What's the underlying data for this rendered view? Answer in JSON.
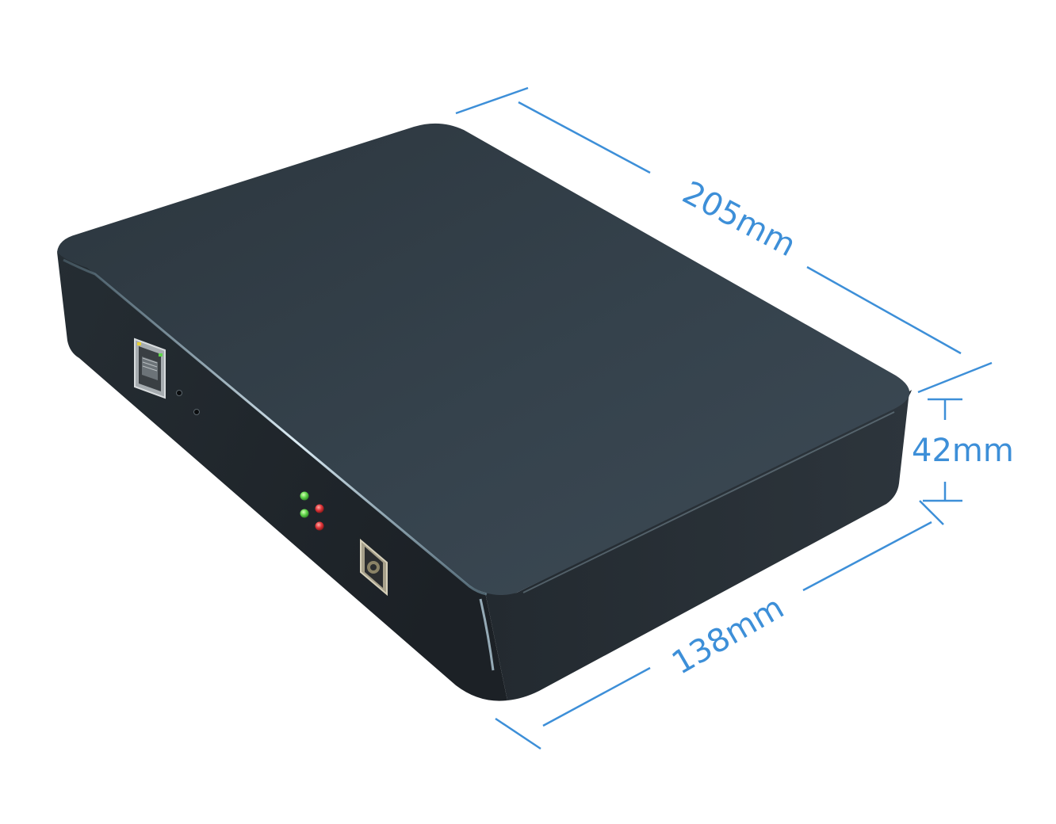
{
  "dimensions": {
    "length": "205mm",
    "height": "42mm",
    "width": "138mm"
  },
  "colors": {
    "dimension_accent": "#3d8fd8",
    "device_top": "#36434d",
    "device_side": "#20262c",
    "led_green": "#5fd44a",
    "led_red": "#e0353a"
  },
  "icons": [
    "ethernet-port-icon",
    "usb-port-icon",
    "status-led-icon"
  ]
}
